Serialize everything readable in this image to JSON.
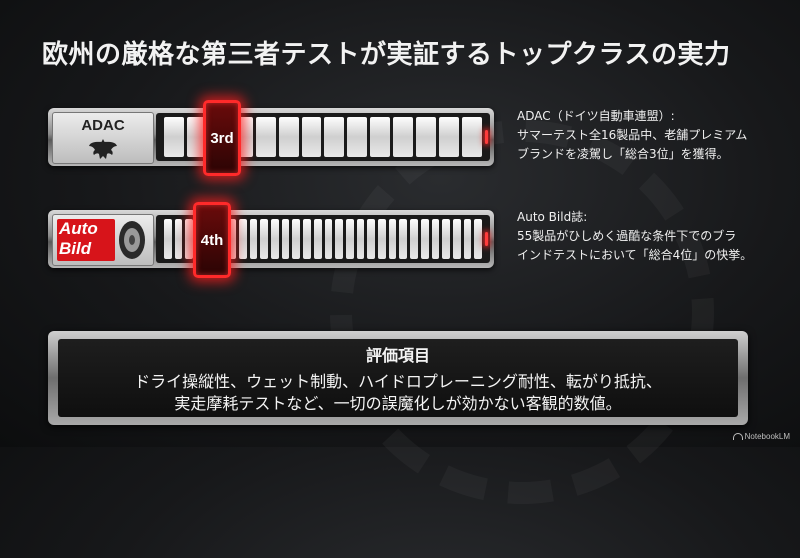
{
  "slide": {
    "title": "欧州の厳格な第三者テストが実証するトップクラスの実力"
  },
  "tests": [
    {
      "badge_text": "ADAC",
      "rank_label": "3rd",
      "rank": 3,
      "segments": 14,
      "desc_lines": [
        "ADAC（ドイツ自動車連盟）:",
        "サマーテスト全16製品中、老舗プレミアム",
        "ブランドを凌駕し「総合3位」を獲得。"
      ]
    },
    {
      "badge_text_top": "Auto",
      "badge_text_bottom": "Bild",
      "rank_label": "4th",
      "rank": 4,
      "segments": 30,
      "desc_lines": [
        "Auto Bild誌:",
        "55製品がひしめく過酷な条件下でのブラ",
        "インドテストにおいて「総合4位」の快挙。"
      ]
    }
  ],
  "panel": {
    "heading": "評価項目",
    "line1": "ドライ操縦性、ウェット制動、ハイドロプレーニング耐性、転がり抵抗、",
    "line2": "実走摩耗テストなど、一切の誤魔化しが効かない客観的数値。"
  },
  "brand": {
    "label": "NotebookLM"
  },
  "colors": {
    "accent": "#ff2a2a",
    "autobild_red": "#d7141a"
  }
}
